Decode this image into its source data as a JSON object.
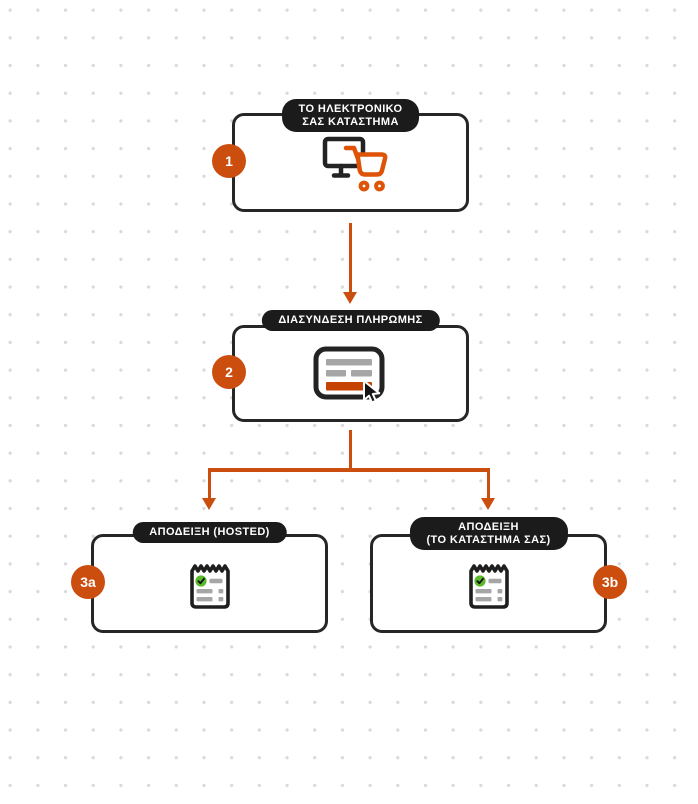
{
  "page": {
    "background": "#FFFFFF",
    "dot_grid_color": "#D9D9D9"
  },
  "colors": {
    "accent_orange": "#CB4E0E",
    "cart_orange": "#DE5307",
    "card_bar_orange": "#C74301",
    "node_border_black": "#262626",
    "pill_black": "#1B1B1B",
    "pill_text_white": "#FFFFFF",
    "icon_gray": "#A6A6A6",
    "check_green": "#5BB92C"
  },
  "diagram": {
    "type": "flowchart",
    "nodes": [
      {
        "id": "1",
        "badge": "1",
        "badge_side": "left",
        "label_line1": "ΤΟ ΗΛΕΚΤΡΟΝΙΚΟ",
        "label_line2": "ΣΑΣ ΚΑΤΑΣΤΗΜΑ",
        "icon": "webstore-cart-icon"
      },
      {
        "id": "2",
        "badge": "2",
        "badge_side": "left",
        "label_line1": "ΔΙΑΣΥΝΔΕΣΗ ΠΛΗΡΩΜΗΣ",
        "label_line2": "",
        "icon": "payment-form-cursor-icon"
      },
      {
        "id": "3a",
        "badge": "3a",
        "badge_side": "left",
        "label_line1": "ΑΠΟΔΕΙΞΗ (HOSTED)",
        "label_line2": "",
        "icon": "receipt-check-icon"
      },
      {
        "id": "3b",
        "badge": "3b",
        "badge_side": "right",
        "label_line1": "ΑΠΟΔΕΙΞΗ",
        "label_line2": "(ΤΟ ΚΑΤΑΣΤΗΜΑ ΣΑΣ)",
        "icon": "receipt-check-icon"
      }
    ],
    "edges": [
      {
        "from": "1",
        "to": "2"
      },
      {
        "from": "2",
        "to": "3a"
      },
      {
        "from": "2",
        "to": "3b"
      }
    ]
  }
}
